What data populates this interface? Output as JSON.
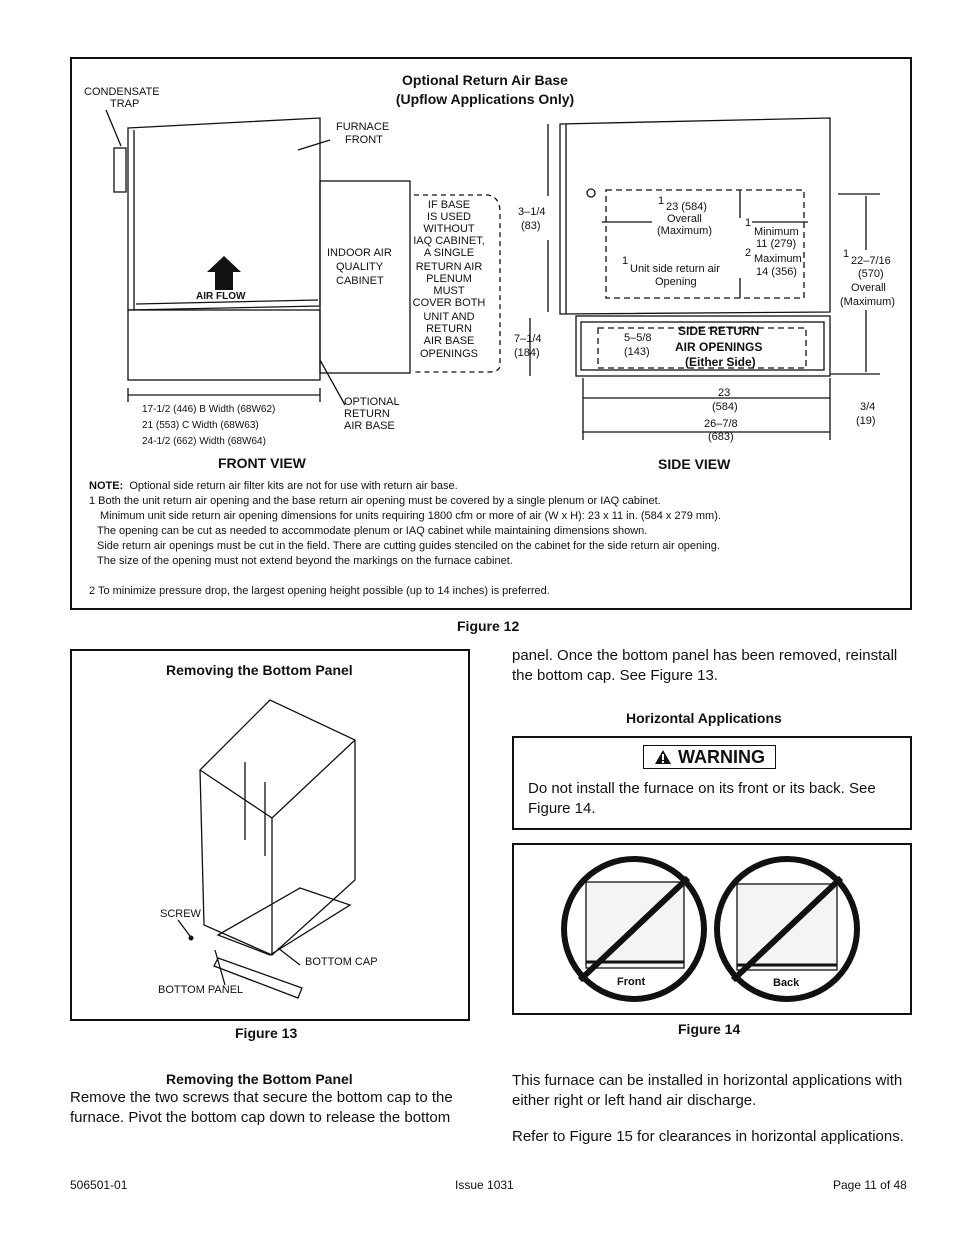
{
  "figure12": {
    "title_line1": "Optional Return Air Base",
    "title_line2": "(Upflow Applications Only)",
    "front_view_label": "FRONT VIEW",
    "side_view_label": "SIDE VIEW",
    "caption": "Figure 12",
    "labels": {
      "condensate_trap_1": "CONDENSATE",
      "condensate_trap_2": "TRAP",
      "furnace_front_1": "FURNACE",
      "furnace_front_2": "FRONT",
      "iaq_1": "INDOOR AIR",
      "iaq_2": "QUALITY",
      "iaq_3": "CABINET",
      "air_flow": "AIR FLOW",
      "optional_1": "OPTIONAL",
      "optional_2": "RETURN",
      "optional_3": "AIR BASE",
      "width_b": "17-1/2 (446) B Width (68W62)",
      "width_c": "21 (553) C Width (68W63)",
      "width_d": "24-1/2 (662) Width (68W64)",
      "if_base": [
        "IF BASE",
        "IS USED",
        "WITHOUT",
        "IAQ CABINET,",
        "A SINGLE",
        "RETURN AIR",
        "PLENUM",
        "MUST",
        "COVER BOTH",
        "UNIT AND",
        "RETURN",
        "AIR BASE",
        "OPENINGS"
      ],
      "dim_3_1_4_a": "3–1/4",
      "dim_3_1_4_b": "(83)",
      "overall_23_a": "23 (584)",
      "overall_23_b": "Overall",
      "overall_23_c": "(Maximum)",
      "min_a": "Minimum",
      "min_b": "11 (279)",
      "max_a": "Maximum",
      "max_b": "14 (356)",
      "unit_side_a": "Unit side return air",
      "unit_side_b": "Opening",
      "overall_22_a": "22–7/16",
      "overall_22_b": "(570)",
      "overall_22_c": "Overall",
      "overall_22_d": "(Maximum)",
      "dim_7_1_4_a": "7–1/4",
      "dim_7_1_4_b": "(184)",
      "dim_5_5_8_a": "5–5/8",
      "dim_5_5_8_b": "(143)",
      "side_return_1": "SIDE RETURN",
      "side_return_2": "AIR OPENINGS",
      "side_return_3": "(Either Side)",
      "dim_23_a": "23",
      "dim_23_b": "(584)",
      "dim_26_a": "26–7/8",
      "dim_26_b": "(683)",
      "dim_3_4_a": "3/4",
      "dim_3_4_b": "(19)",
      "sup1": "1",
      "sup2": "2"
    },
    "note_label": "NOTE:",
    "note_text": "Optional side return air filter kits are not for use with return air base.",
    "note_lines": [
      "1 Both the unit return air opening and the base return air opening must be covered by a single plenum or IAQ cabinet.",
      "Minimum unit side return air opening dimensions for units requiring 1800 cfm or more of air (W x H): 23 x 11 in. (584 x 279 mm).",
      "The opening can be cut as needed to accommodate plenum or IAQ cabinet while maintaining dimensions shown.",
      "Side return air openings must be cut in the field.  There are cutting guides stenciled on the cabinet for the side return air opening.",
      "The size of  the opening must not extend beyond the markings on the furnace cabinet."
    ],
    "note_2": "2 To minimize pressure drop, the largest opening height possible (up to 14 inches) is preferred."
  },
  "figure13": {
    "title": "Removing the Bottom Panel",
    "caption": "Figure 13",
    "screw": "SCREW",
    "bottom_cap": "BOTTOM CAP",
    "bottom_panel": "BOTTOM PANEL"
  },
  "right_col": {
    "para1": "panel.  Once the bottom panel has been removed, reinstall the bottom cap.  See Figure 13.",
    "heading": "Horizontal Applications",
    "warning_label": "WARNING",
    "warning_text": "Do not install the furnace on its front or its back.  See Figure 14.",
    "fig14_front": "Front",
    "fig14_back": "Back",
    "fig14_caption": "Figure 14",
    "para2": "This furnace can be installed in horizontal applications with either right or left hand air discharge.",
    "para3": "Refer to Figure 15 for clearances in horizontal applications."
  },
  "left_col": {
    "heading": "Removing the Bottom Panel",
    "para": "Remove the two screws that secure the bottom cap to the furnace. Pivot the bottom cap down to release the bottom"
  },
  "footer": {
    "doc_number": "506501-01",
    "issue": "Issue 1031",
    "page": "Page 11 of 48"
  }
}
